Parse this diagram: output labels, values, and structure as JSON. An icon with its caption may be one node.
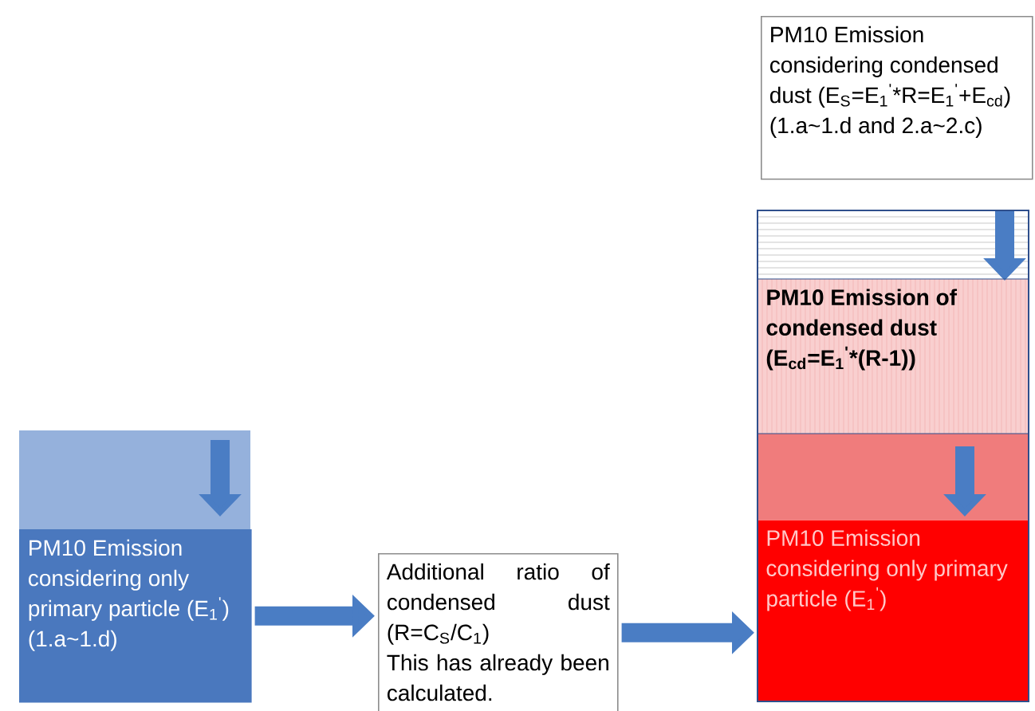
{
  "diagram": {
    "nodes": [
      {
        "text": [
          "PM10 Emission considering only primary particle (E$_{1}$$^{'}$)",
          "(1.a~1.d)"
        ]
      },
      {
        "text": [
          "Additional ratio of condensed dust (R=C$_{S}$/C$_{1}$)",
          "This has already been calculated."
        ]
      },
      {
        "text": [
          "PM10 Emission considering condensed dust (E$_{S}$=E$_{1}$$^{'}$*R=E$_{1}$$^{'}$+E$_{cd}$)",
          "(1.a~1.d and 2.a~2.c)"
        ]
      },
      {
        "text": [
          "PM10 Emission of condensed dust (E$_{cd}$=E$_{1}$$^{'}$*(R-1))"
        ]
      },
      {
        "text": [
          "PM10 Emission considering only primary particle (E$_{1}$$^{'}$)"
        ]
      }
    ],
    "edges": [
      {
        "from": 0,
        "to": 1,
        "arrow": "to"
      },
      {
        "from": 1,
        "to": 4,
        "arrow": "to"
      }
    ]
  }
}
